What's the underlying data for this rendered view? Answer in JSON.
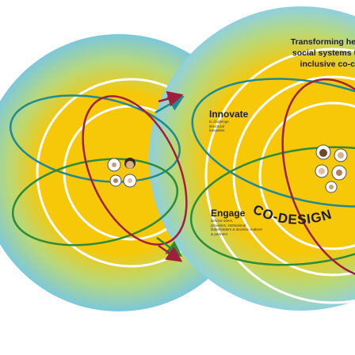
{
  "title": {
    "lines": [
      "Transforming he",
      "social systems t",
      "inclusive co-c"
    ]
  },
  "innovate": {
    "heading": "Innovate",
    "lines": [
      "to challenge",
      "structural",
      "inequities"
    ]
  },
  "engage": {
    "heading": "Engage",
    "lines": [
      "service users,",
      "providers, institutional",
      "stakeholders & decision makers",
      "& partners"
    ]
  },
  "co_design_label": "CO-DESIGN",
  "colors": {
    "yellow": "#f6c808",
    "blue": "#7cc8dc",
    "teal": "#1f8a93",
    "green": "#2e8b3a",
    "crimson": "#a01f3c",
    "navy": "#1b1b3a"
  },
  "icons": [
    "faces-group-icon",
    "faces-group-icon"
  ]
}
